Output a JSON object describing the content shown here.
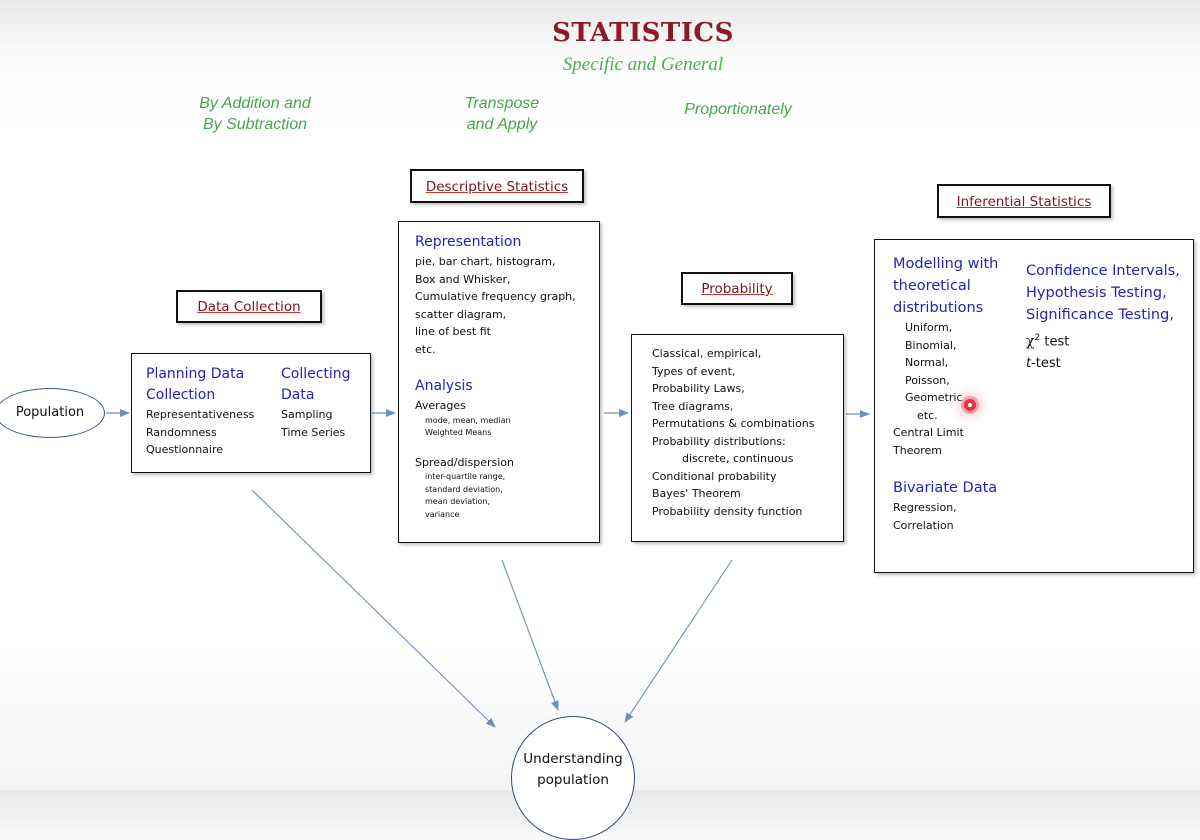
{
  "title": "STATISTICS",
  "subtitle": "Specific and General",
  "methods": {
    "addition_line1": "By Addition and",
    "addition_line2": "By Subtraction",
    "transpose_line1": "Transpose",
    "transpose_line2": "and Apply",
    "proportionately": "Proportionately"
  },
  "population": "Population",
  "data_collection": {
    "label": "Data Collection",
    "planning": {
      "heading_line1": "Planning Data",
      "heading_line2": "Collection",
      "items": [
        "Representativeness",
        "Randomness",
        "Questionnaire"
      ]
    },
    "collecting": {
      "heading_line1": "Collecting",
      "heading_line2": "Data",
      "items": [
        "Sampling",
        "Time Series"
      ]
    }
  },
  "descriptive": {
    "label": "Descriptive Statistics",
    "representation": {
      "heading": "Representation",
      "items": [
        "pie, bar chart, histogram,",
        "Box and Whisker,",
        "Cumulative frequency graph,",
        "scatter diagram,",
        "line of best fit",
        "etc."
      ]
    },
    "analysis": {
      "heading": "Analysis",
      "averages": "Averages",
      "averages_items": [
        "mode, mean, median",
        "Weighted Means"
      ],
      "spread": "Spread/dispersion",
      "spread_items": [
        "inter-quartile range,",
        "standard deviation,",
        "mean deviation,",
        "variance"
      ]
    }
  },
  "probability": {
    "label": "Probability",
    "items": [
      "Classical, empirical,",
      "Types of event,",
      "Probability Laws,",
      "Tree diagrams,",
      "Permutations & combinations",
      "Probability distributions:"
    ],
    "sub_item": "discrete, continuous",
    "items_after": [
      "Conditional probability",
      "Bayes' Theorem",
      "Probability density function"
    ]
  },
  "inferential": {
    "label": "Inferential Statistics",
    "modelling": {
      "heading_lines": [
        "Modelling with",
        "theoretical",
        "distributions"
      ],
      "distributions": [
        "Uniform,",
        "Binomial,",
        "Normal,",
        "Poisson,",
        "Geometric",
        "etc."
      ],
      "after": [
        "Central Limit",
        "Theorem"
      ]
    },
    "bivariate": {
      "heading": "Bivariate Data",
      "items": [
        "Regression,",
        "Correlation"
      ]
    },
    "testing": {
      "headings": [
        "Confidence Intervals,",
        "Hypothesis Testing,",
        "Significance Testing,"
      ],
      "chi_symbol": "χ",
      "chi_sup": "2",
      "chi_text": " test",
      "t_italic": "t",
      "t_text": "-test"
    }
  },
  "understanding": {
    "line1": "Understanding",
    "line2": "population"
  },
  "colors": {
    "title": "#8b1a2b",
    "green": "#43a84b",
    "blue_heading": "#2323b8",
    "arrow": "#6d8fbf",
    "label_text": "#7a1523"
  }
}
